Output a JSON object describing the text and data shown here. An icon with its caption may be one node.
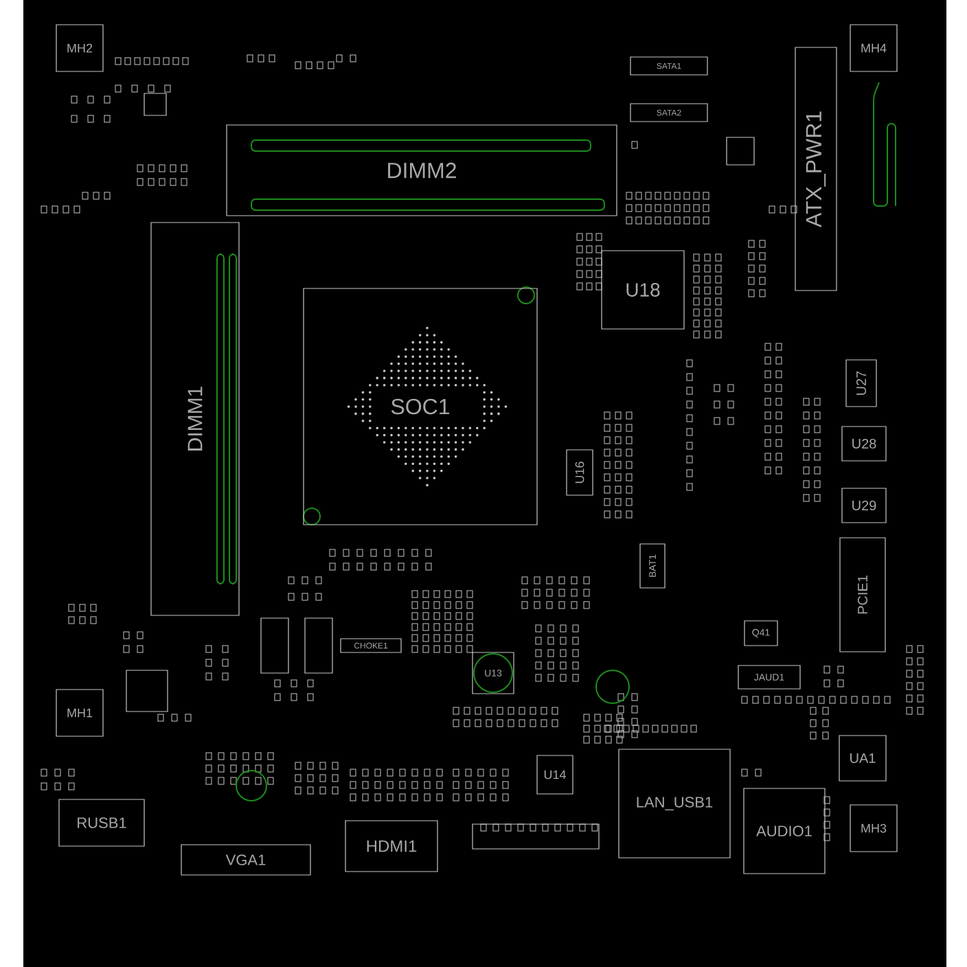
{
  "diagram": {
    "nodes": [
      {
        "text": [
          "MH2"
        ]
      },
      {
        "text": [
          "SATA1"
        ]
      },
      {
        "text": [
          "SATA2"
        ]
      },
      {
        "text": [
          "MH4"
        ]
      },
      {
        "text": [
          "DIMM2"
        ]
      },
      {
        "text": [
          "ATX_PWR1"
        ]
      },
      {
        "text": [
          "DIMM1"
        ]
      },
      {
        "text": [
          "U18"
        ]
      },
      {
        "text": [
          "SOC1"
        ]
      },
      {
        "text": [
          "U16"
        ]
      },
      {
        "text": [
          "BAT1"
        ]
      },
      {
        "text": [
          "U27"
        ]
      },
      {
        "text": [
          "U28"
        ]
      },
      {
        "text": [
          "U29"
        ]
      },
      {
        "text": [
          "PCIE1"
        ]
      },
      {
        "text": [
          "Q41"
        ]
      },
      {
        "text": [
          "CHOKE1"
        ]
      },
      {
        "text": [
          "MH1"
        ]
      },
      {
        "text": [
          "U13"
        ]
      },
      {
        "text": [
          "JAUD1"
        ]
      },
      {
        "text": [
          "UA1"
        ]
      },
      {
        "text": [
          "U14"
        ]
      },
      {
        "text": [
          "RUSB1"
        ]
      },
      {
        "text": [
          "VGA1"
        ]
      },
      {
        "text": [
          "HDMI1"
        ]
      },
      {
        "text": [
          "LAN_USB1"
        ]
      },
      {
        "text": [
          "AUDIO1"
        ]
      },
      {
        "text": [
          "MH3"
        ]
      }
    ]
  }
}
